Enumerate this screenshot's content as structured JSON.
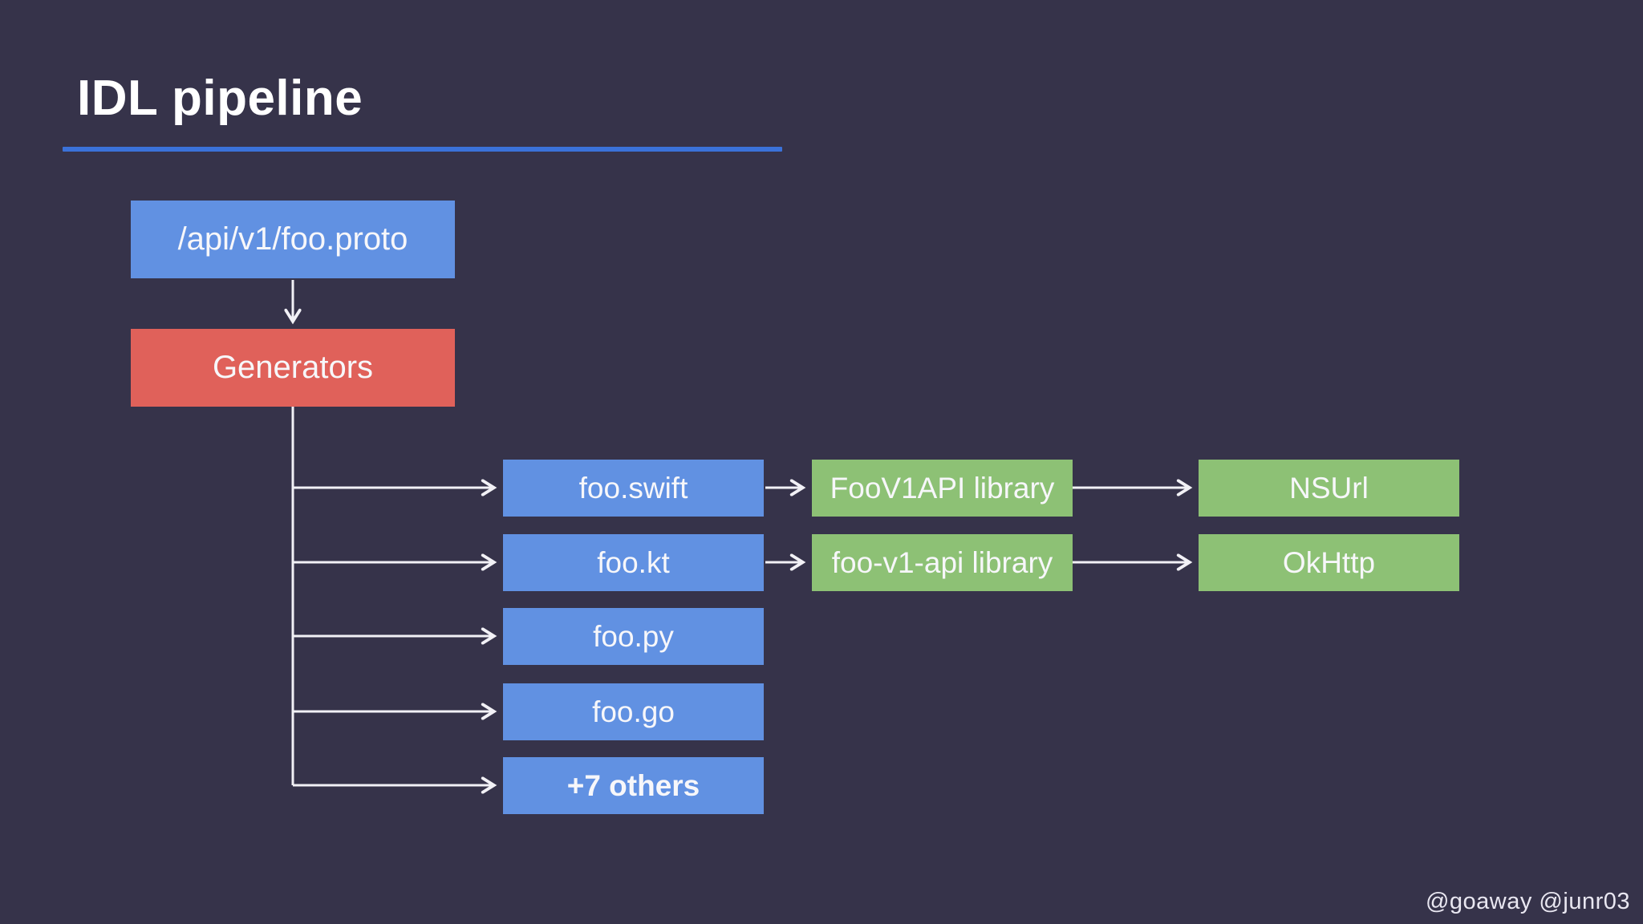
{
  "slide": {
    "title": "IDL pipeline",
    "footer": "@goaway @junr03"
  },
  "colors": {
    "background": "#36334A",
    "blue_box": "#6191E2",
    "green_box": "#8DC175",
    "red_box": "#E0615A",
    "title_underline": "#3B72D9",
    "box_text": "#F7F7FA",
    "arrow": "#F2F1F6"
  },
  "diagram": {
    "source": {
      "label": "/api/v1/foo.proto",
      "color": "blue"
    },
    "generator": {
      "label": "Generators",
      "color": "red"
    },
    "outputs": [
      {
        "label": "foo.swift",
        "color": "blue"
      },
      {
        "label": "foo.kt",
        "color": "blue"
      },
      {
        "label": "foo.py",
        "color": "blue"
      },
      {
        "label": "foo.go",
        "color": "blue"
      },
      {
        "label": "+7 others",
        "color": "blue",
        "bold": true
      }
    ],
    "libraries": [
      {
        "label": "FooV1API library",
        "color": "green",
        "from": "foo.swift"
      },
      {
        "label": "foo-v1-api library",
        "color": "green",
        "from": "foo.kt"
      }
    ],
    "clients": [
      {
        "label": "NSUrl",
        "color": "green",
        "from": "FooV1API library"
      },
      {
        "label": "OkHttp",
        "color": "green",
        "from": "foo-v1-api library"
      }
    ]
  }
}
